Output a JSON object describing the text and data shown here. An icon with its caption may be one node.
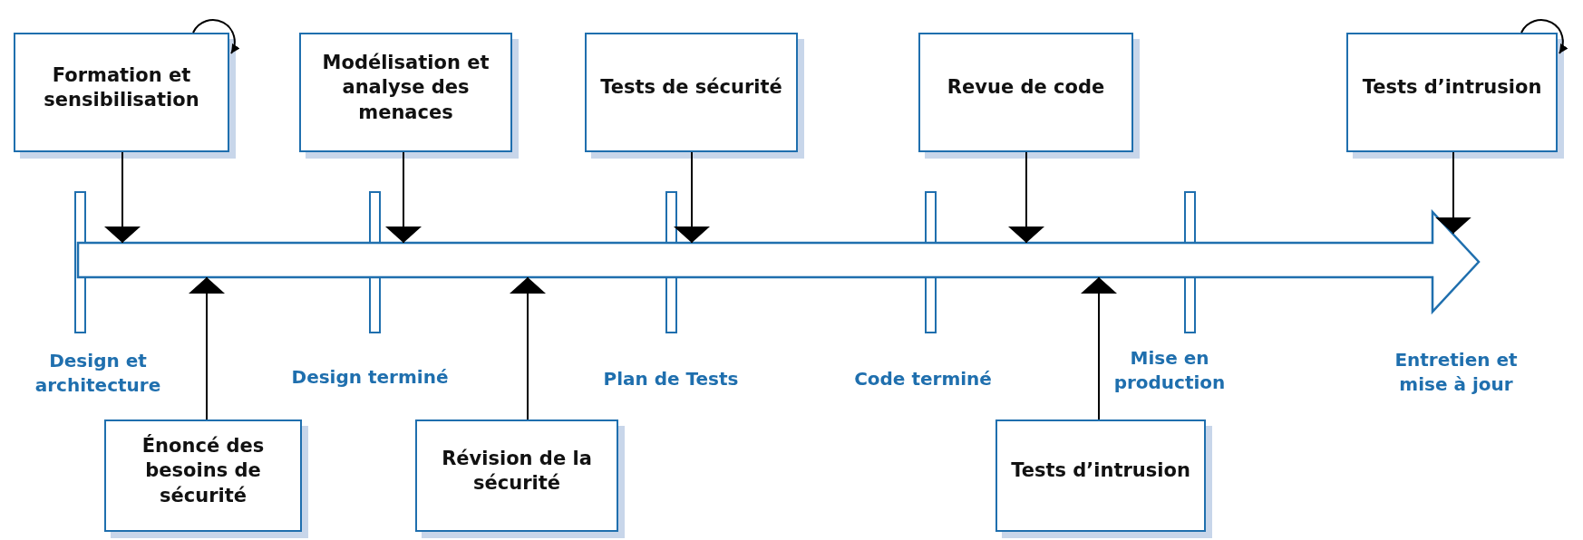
{
  "diagram": {
    "nodes": [
      {
        "text": [
          "Formation et sensibilisation"
        ]
      },
      {
        "text": [
          "Modélisation et analyse des menaces"
        ]
      },
      {
        "text": [
          "Tests de sécurité"
        ]
      },
      {
        "text": [
          "Revue de code"
        ]
      },
      {
        "text": [
          "Tests d’intrusion"
        ]
      },
      {
        "text": [],
        "shape": "arrow"
      },
      {
        "text": [
          "Énoncé des besoins de sécurité"
        ]
      },
      {
        "text": [
          "Révision de la sécurité"
        ]
      },
      {
        "text": [
          "Tests d’intrusion"
        ]
      }
    ],
    "edges": [
      {
        "from": 0,
        "to": 0,
        "arrow": "to"
      },
      {
        "from": 4,
        "to": 4,
        "arrow": "to"
      },
      {
        "from": 0,
        "to": 5,
        "arrow": "to"
      },
      {
        "from": 1,
        "to": 5,
        "arrow": "to"
      },
      {
        "from": 2,
        "to": 5,
        "arrow": "to"
      },
      {
        "from": 3,
        "to": 5,
        "arrow": "to"
      },
      {
        "from": 4,
        "to": 5,
        "arrow": "to"
      },
      {
        "from": 6,
        "to": 5,
        "arrow": "to"
      },
      {
        "from": 7,
        "to": 5,
        "arrow": "to"
      },
      {
        "from": 8,
        "to": 5,
        "arrow": "to"
      }
    ],
    "labels": [
      "Design et architecture",
      "Design terminé",
      "Plan de Tests",
      "Code terminé",
      "Mise en production",
      "Entretien et mise à jour"
    ]
  }
}
